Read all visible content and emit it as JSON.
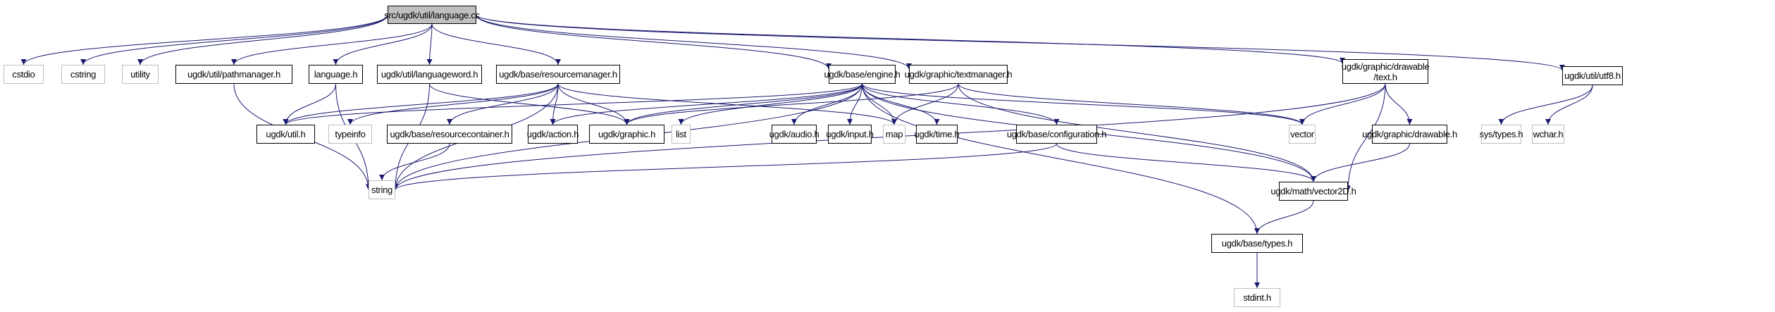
{
  "title": "src/ugdk/util/language.cc",
  "edge_color": "#191970",
  "nodes": [
    {
      "id": "root",
      "label": "src/ugdk/util/language.cc",
      "kind": "root"
    },
    {
      "id": "cstdio",
      "label": "cstdio",
      "kind": "external"
    },
    {
      "id": "cstring",
      "label": "cstring",
      "kind": "external"
    },
    {
      "id": "utility",
      "label": "utility",
      "kind": "external"
    },
    {
      "id": "pathmanager",
      "label": "ugdk/util/pathmanager.h",
      "kind": "file"
    },
    {
      "id": "languageh",
      "label": "language.h",
      "kind": "file"
    },
    {
      "id": "languageword",
      "label": "ugdk/util/languageword.h",
      "kind": "file"
    },
    {
      "id": "resourcemanager",
      "label": "ugdk/base/resourcemanager.h",
      "kind": "file"
    },
    {
      "id": "engine",
      "label": "ugdk/base/engine.h",
      "kind": "file"
    },
    {
      "id": "textmanager",
      "label": "ugdk/graphic/textmanager.h",
      "kind": "file"
    },
    {
      "id": "text",
      "label": "ugdk/graphic/drawable\n/text.h",
      "kind": "file"
    },
    {
      "id": "utf8",
      "label": "ugdk/util/utf8.h",
      "kind": "file"
    },
    {
      "id": "utilh",
      "label": "ugdk/util.h",
      "kind": "file"
    },
    {
      "id": "typeinfo",
      "label": "typeinfo",
      "kind": "external"
    },
    {
      "id": "resourcecontainer",
      "label": "ugdk/base/resourcecontainer.h",
      "kind": "file"
    },
    {
      "id": "action",
      "label": "ugdk/action.h",
      "kind": "file"
    },
    {
      "id": "graphic",
      "label": "ugdk/graphic.h",
      "kind": "file"
    },
    {
      "id": "list",
      "label": "list",
      "kind": "external"
    },
    {
      "id": "audio",
      "label": "ugdk/audio.h",
      "kind": "file"
    },
    {
      "id": "input",
      "label": "ugdk/input.h",
      "kind": "file"
    },
    {
      "id": "map",
      "label": "map",
      "kind": "external"
    },
    {
      "id": "time",
      "label": "ugdk/time.h",
      "kind": "file"
    },
    {
      "id": "configuration",
      "label": "ugdk/base/configuration.h",
      "kind": "file"
    },
    {
      "id": "vector",
      "label": "vector",
      "kind": "external"
    },
    {
      "id": "drawable",
      "label": "ugdk/graphic/drawable.h",
      "kind": "file"
    },
    {
      "id": "systypes",
      "label": "sys/types.h",
      "kind": "external"
    },
    {
      "id": "wchar",
      "label": "wchar.h",
      "kind": "external"
    },
    {
      "id": "string",
      "label": "string",
      "kind": "external"
    },
    {
      "id": "vector2d",
      "label": "ugdk/math/vector2D.h",
      "kind": "file"
    },
    {
      "id": "types",
      "label": "ugdk/base/types.h",
      "kind": "file"
    },
    {
      "id": "stdint",
      "label": "stdint.h",
      "kind": "external"
    }
  ],
  "edges": [
    [
      "root",
      "cstdio"
    ],
    [
      "root",
      "cstring"
    ],
    [
      "root",
      "utility"
    ],
    [
      "root",
      "pathmanager"
    ],
    [
      "root",
      "languageh"
    ],
    [
      "root",
      "languageword"
    ],
    [
      "root",
      "resourcemanager"
    ],
    [
      "root",
      "engine"
    ],
    [
      "root",
      "textmanager"
    ],
    [
      "root",
      "text"
    ],
    [
      "root",
      "utf8"
    ],
    [
      "pathmanager",
      "string"
    ],
    [
      "languageh",
      "utilh"
    ],
    [
      "languageh",
      "string"
    ],
    [
      "languageword",
      "graphic"
    ],
    [
      "languageword",
      "string"
    ],
    [
      "resourcemanager",
      "utilh"
    ],
    [
      "resourcemanager",
      "typeinfo"
    ],
    [
      "resourcemanager",
      "resourcecontainer"
    ],
    [
      "resourcemanager",
      "action"
    ],
    [
      "resourcemanager",
      "graphic"
    ],
    [
      "resourcemanager",
      "map"
    ],
    [
      "resourcemanager",
      "string"
    ],
    [
      "resourcecontainer",
      "string"
    ],
    [
      "engine",
      "utilh"
    ],
    [
      "engine",
      "action"
    ],
    [
      "engine",
      "graphic"
    ],
    [
      "engine",
      "list"
    ],
    [
      "engine",
      "audio"
    ],
    [
      "engine",
      "input"
    ],
    [
      "engine",
      "map"
    ],
    [
      "engine",
      "time"
    ],
    [
      "engine",
      "configuration"
    ],
    [
      "engine",
      "vector"
    ],
    [
      "engine",
      "vector2d"
    ],
    [
      "engine",
      "types"
    ],
    [
      "engine",
      "string"
    ],
    [
      "textmanager",
      "graphic"
    ],
    [
      "textmanager",
      "map"
    ],
    [
      "textmanager",
      "vector"
    ],
    [
      "textmanager",
      "vector2d"
    ],
    [
      "text",
      "vector"
    ],
    [
      "text",
      "drawable"
    ],
    [
      "text",
      "vector2d"
    ],
    [
      "text",
      "string"
    ],
    [
      "utf8",
      "systypes"
    ],
    [
      "utf8",
      "wchar"
    ],
    [
      "configuration",
      "string"
    ],
    [
      "configuration",
      "vector2d"
    ],
    [
      "drawable",
      "vector2d"
    ],
    [
      "vector2d",
      "types"
    ],
    [
      "types",
      "stdint"
    ]
  ]
}
